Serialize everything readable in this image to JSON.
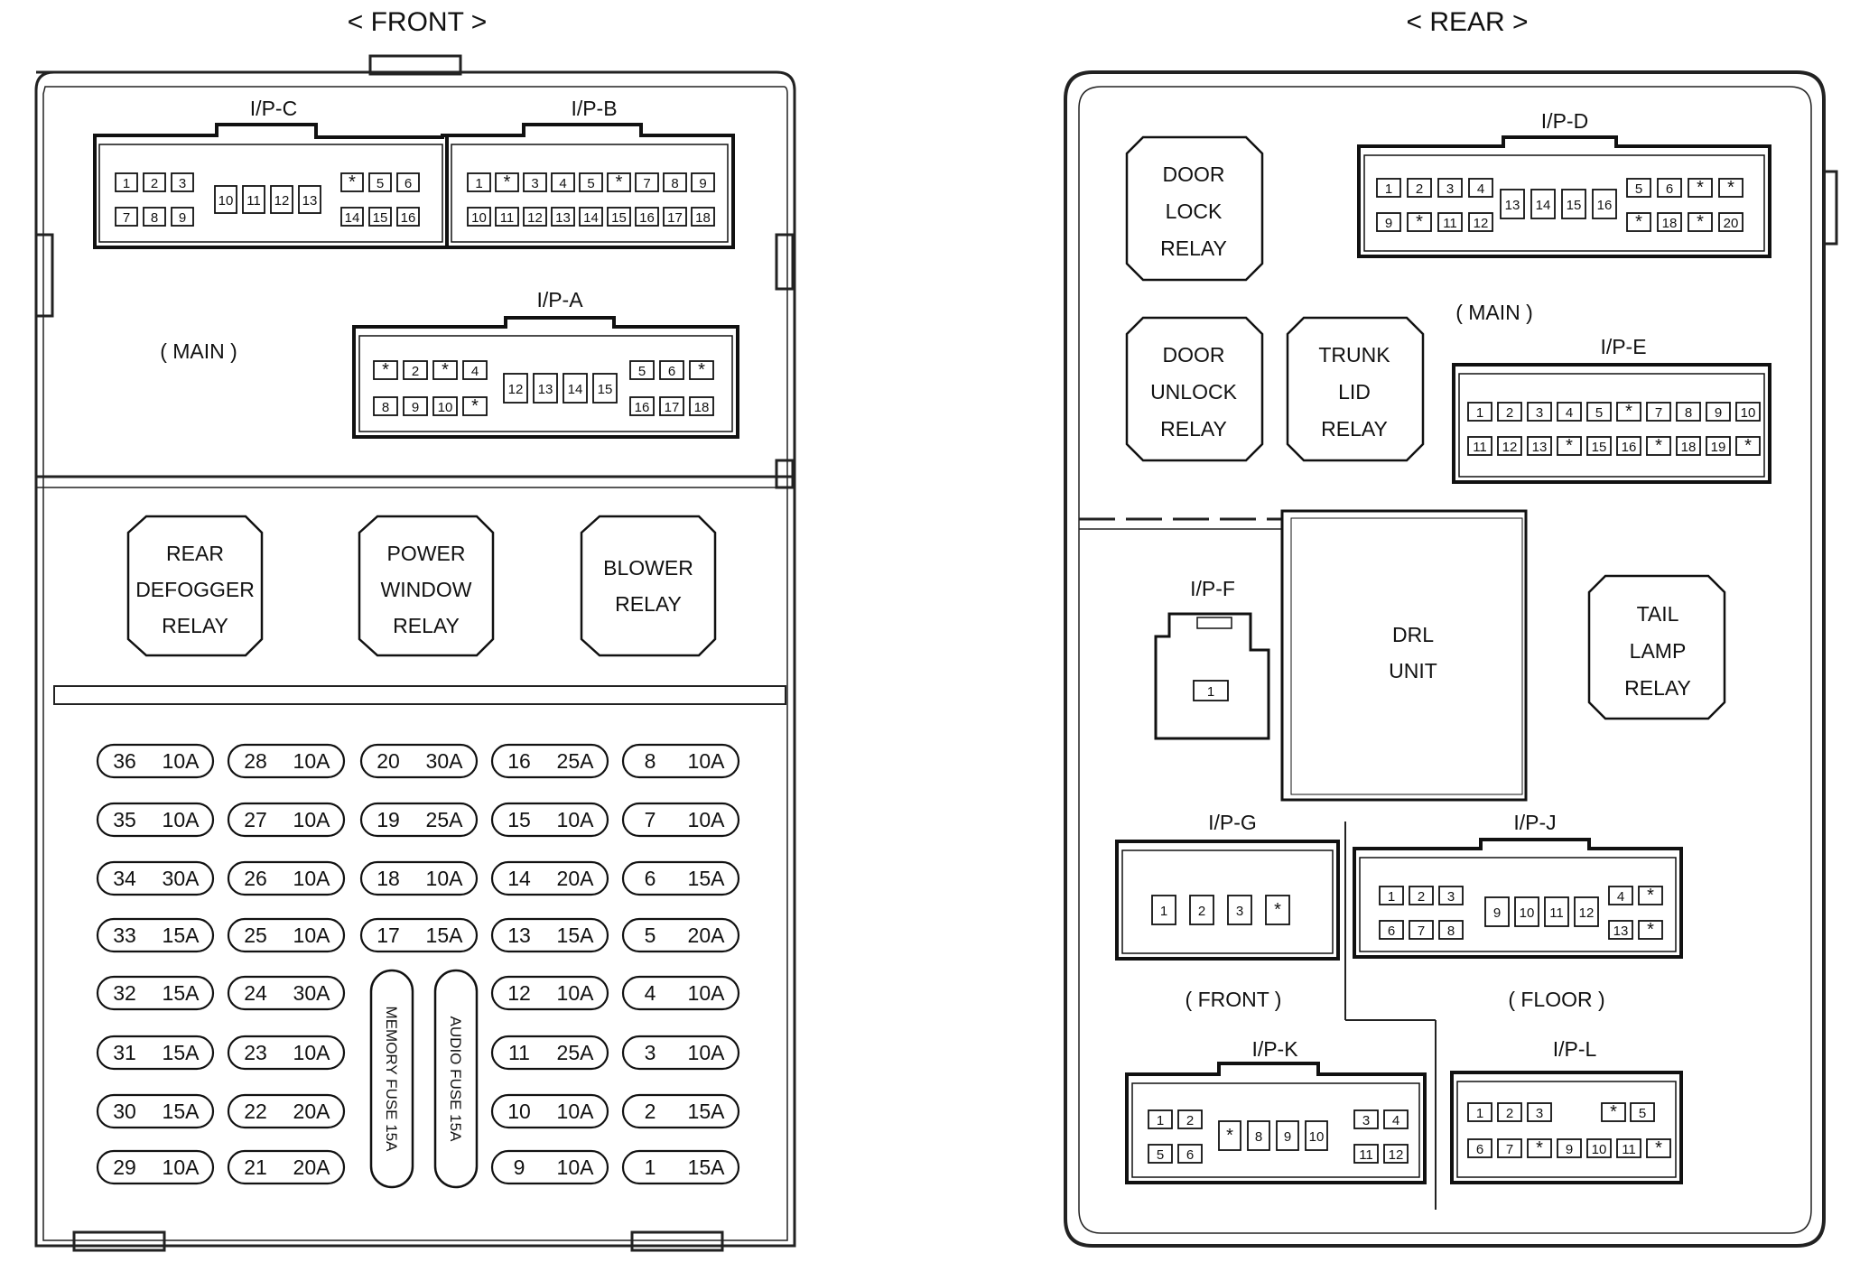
{
  "front": {
    "title": "< FRONT >",
    "main_label": "( MAIN )",
    "connectors": {
      "ipc": {
        "label": "I/P-C",
        "pins": [
          "1",
          "2",
          "3",
          "7",
          "8",
          "9",
          "10",
          "11",
          "12",
          "13",
          "*",
          "5",
          "6",
          "14",
          "15",
          "16"
        ]
      },
      "ipb": {
        "label": "I/P-B",
        "pins": [
          "1",
          "*",
          "3",
          "4",
          "5",
          "*",
          "7",
          "8",
          "9",
          "10",
          "11",
          "12",
          "13",
          "14",
          "15",
          "16",
          "17",
          "18"
        ]
      },
      "ipa": {
        "label": "I/P-A",
        "pins": [
          "*",
          "2",
          "*",
          "4",
          "8",
          "9",
          "10",
          "*",
          "12",
          "13",
          "14",
          "15",
          "5",
          "6",
          "*",
          "16",
          "17",
          "18"
        ]
      }
    },
    "relays": [
      {
        "lines": [
          "REAR",
          "DEFOGGER",
          "RELAY"
        ]
      },
      {
        "lines": [
          "POWER",
          "WINDOW",
          "RELAY"
        ]
      },
      {
        "lines": [
          "BLOWER",
          "RELAY"
        ]
      }
    ],
    "fuses": [
      [
        [
          "36",
          "10A"
        ],
        [
          "28",
          "10A"
        ],
        [
          "20",
          "30A"
        ],
        [
          "16",
          "25A"
        ],
        [
          "8",
          "10A"
        ]
      ],
      [
        [
          "35",
          "10A"
        ],
        [
          "27",
          "10A"
        ],
        [
          "19",
          "25A"
        ],
        [
          "15",
          "10A"
        ],
        [
          "7",
          "10A"
        ]
      ],
      [
        [
          "34",
          "30A"
        ],
        [
          "26",
          "10A"
        ],
        [
          "18",
          "10A"
        ],
        [
          "14",
          "20A"
        ],
        [
          "6",
          "15A"
        ]
      ],
      [
        [
          "33",
          "15A"
        ],
        [
          "25",
          "10A"
        ],
        [
          "17",
          "15A"
        ],
        [
          "13",
          "15A"
        ],
        [
          "5",
          "20A"
        ]
      ],
      [
        [
          "32",
          "15A"
        ],
        [
          "24",
          "30A"
        ],
        null,
        [
          "12",
          "10A"
        ],
        [
          "4",
          "10A"
        ]
      ],
      [
        [
          "31",
          "15A"
        ],
        [
          "23",
          "10A"
        ],
        null,
        [
          "11",
          "25A"
        ],
        [
          "3",
          "10A"
        ]
      ],
      [
        [
          "30",
          "15A"
        ],
        [
          "22",
          "20A"
        ],
        null,
        [
          "10",
          "10A"
        ],
        [
          "2",
          "15A"
        ]
      ],
      [
        [
          "29",
          "10A"
        ],
        [
          "21",
          "20A"
        ],
        null,
        [
          "9",
          "10A"
        ],
        [
          "1",
          "15A"
        ]
      ]
    ],
    "memory_fuse": "MEMORY FUSE 15A",
    "audio_fuse": "AUDIO FUSE 15A"
  },
  "rear": {
    "title": "< REAR >",
    "main_label": "( MAIN )",
    "front_label": "( FRONT )",
    "floor_label": "( FLOOR )",
    "relays": [
      {
        "lines": [
          "DOOR",
          "LOCK",
          "RELAY"
        ]
      },
      {
        "lines": [
          "DOOR",
          "UNLOCK",
          "RELAY"
        ]
      },
      {
        "lines": [
          "TRUNK",
          "LID",
          "RELAY"
        ]
      },
      {
        "lines": [
          "TAIL",
          "LAMP",
          "RELAY"
        ]
      }
    ],
    "drl_unit": [
      "DRL",
      "UNIT"
    ],
    "connectors": {
      "ipd": {
        "label": "I/P-D",
        "pins": [
          "1",
          "2",
          "3",
          "4",
          "9",
          "*",
          "11",
          "12",
          "13",
          "14",
          "15",
          "16",
          "5",
          "6",
          "*",
          "*",
          "*",
          "18",
          "*",
          "20"
        ]
      },
      "ipe": {
        "label": "I/P-E",
        "pins": [
          "1",
          "2",
          "3",
          "4",
          "5",
          "*",
          "7",
          "8",
          "9",
          "10",
          "11",
          "12",
          "13",
          "*",
          "15",
          "16",
          "*",
          "18",
          "19",
          "*"
        ]
      },
      "ipf": {
        "label": "I/P-F",
        "pins": [
          "1"
        ]
      },
      "ipg": {
        "label": "I/P-G",
        "pins": [
          "1",
          "2",
          "3",
          "*"
        ]
      },
      "ipj": {
        "label": "I/P-J",
        "pins": [
          "1",
          "2",
          "3",
          "6",
          "7",
          "8",
          "9",
          "10",
          "11",
          "12",
          "4",
          "*",
          "13",
          "*"
        ]
      },
      "ipk": {
        "label": "I/P-K",
        "pins": [
          "1",
          "2",
          "5",
          "6",
          "*",
          "8",
          "9",
          "10",
          "3",
          "4",
          "11",
          "12"
        ]
      },
      "ipl": {
        "label": "I/P-L",
        "pins": [
          "1",
          "2",
          "3",
          "6",
          "7",
          "*",
          "9",
          "10",
          "11",
          "*",
          "*",
          "5"
        ]
      }
    }
  }
}
